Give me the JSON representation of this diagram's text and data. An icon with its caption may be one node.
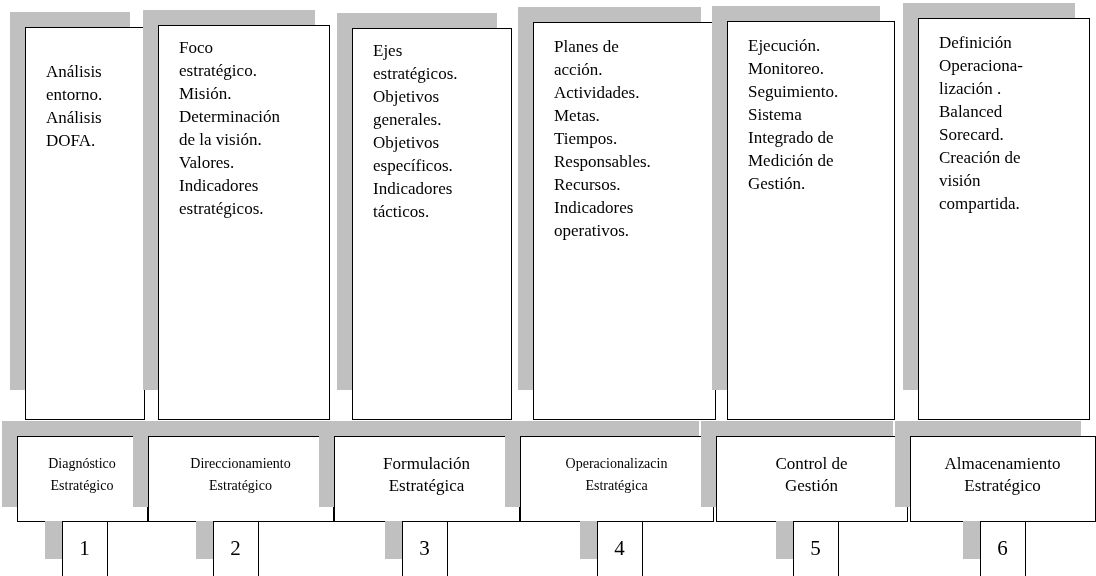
{
  "diagram": {
    "nodes": [
      {
        "text": [
          "Análisis entorno. Análisis DOFA."
        ]
      },
      {
        "text": [
          "Foco estratégico. Misión. Determinación de la visión. Valores. Indicadores estratégicos."
        ]
      },
      {
        "text": [
          "Ejes estratégicos. Objetivos generales. Objetivos específicos. Indicadores tácticos."
        ]
      },
      {
        "text": [
          "Planes de acción. Actividades. Metas. Tiempos. Responsables. Recursos. Indicadores operativos."
        ]
      },
      {
        "text": [
          "Ejecución. Monitoreo. Seguimiento. Sistema Integrado de Medición de Gestión."
        ]
      },
      {
        "text": [
          "Definición Operaciona- lización . Balanced Sorecard. Creación de visión compartida."
        ]
      },
      {
        "text": [
          "Diagnóstico Estratégico"
        ]
      },
      {
        "text": [
          "Direccionamiento Estratégico"
        ]
      },
      {
        "text": [
          "Formulación Estratégica"
        ]
      },
      {
        "text": [
          "Operacionalizacin Estratégica"
        ]
      },
      {
        "text": [
          "Control de Gestión"
        ]
      },
      {
        "text": [
          "Almacenamiento Estratégico"
        ]
      },
      {
        "text": [
          "1"
        ]
      },
      {
        "text": [
          "2"
        ]
      },
      {
        "text": [
          "3"
        ]
      },
      {
        "text": [
          "4"
        ]
      },
      {
        "text": [
          "5"
        ]
      },
      {
        "text": [
          "6"
        ]
      }
    ]
  }
}
